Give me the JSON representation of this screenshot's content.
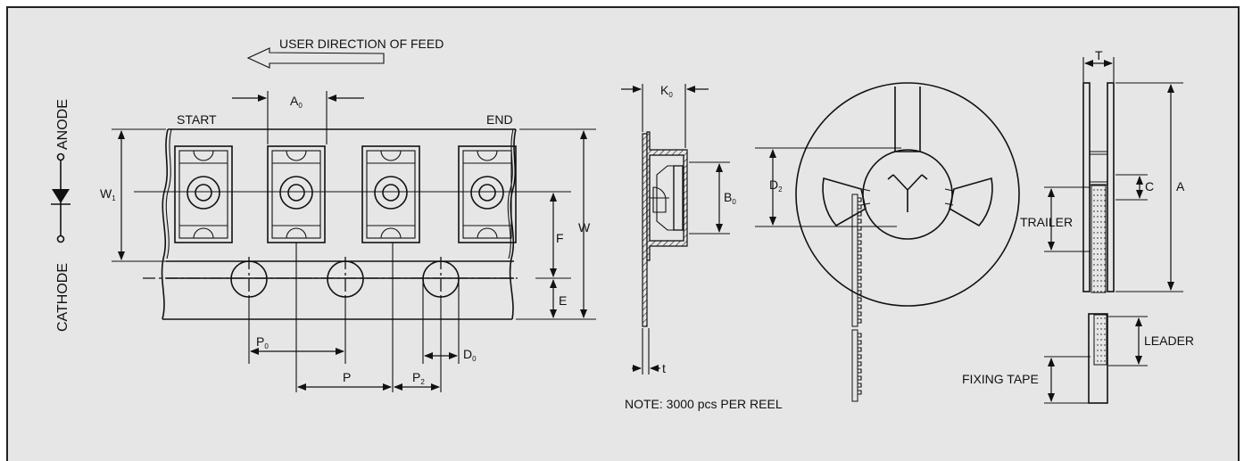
{
  "labels": {
    "feed": "USER DIRECTION OF FEED",
    "start": "START",
    "end": "END",
    "anode": "ANODE",
    "cathode": "CATHODE",
    "note": "NOTE: 3000 pcs PER REEL",
    "trailer": "TRAILER",
    "leader": "LEADER",
    "fixing_tape": "FIXING TAPE"
  },
  "dims": {
    "A0": {
      "main": "A",
      "sub": "0"
    },
    "W1": {
      "main": "W",
      "sub": "1"
    },
    "W": "W",
    "F": "F",
    "E": "E",
    "P0": {
      "main": "P",
      "sub": "0"
    },
    "P": "P",
    "P2": {
      "main": "P",
      "sub": "2"
    },
    "D0": {
      "main": "D",
      "sub": "0"
    },
    "K0": {
      "main": "K",
      "sub": "0"
    },
    "B0": {
      "main": "B",
      "sub": "0"
    },
    "t": "t",
    "D2": {
      "main": "D",
      "sub": "2"
    },
    "T": "T",
    "C": "C",
    "A": "A"
  },
  "colors": {
    "panel": "#e6e6e6",
    "line": "#111111"
  }
}
